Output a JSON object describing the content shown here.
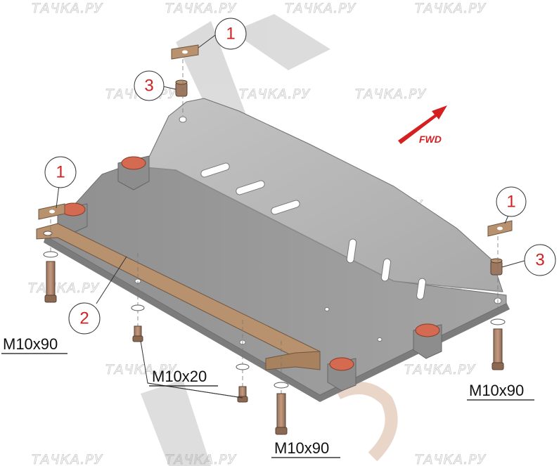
{
  "watermark_text": "ТАЧКА.РУ",
  "direction_label": "FWD",
  "callouts": [
    {
      "id": "1"
    },
    {
      "id": "1"
    },
    {
      "id": "1"
    },
    {
      "id": "2"
    },
    {
      "id": "3"
    },
    {
      "id": "3"
    }
  ],
  "callout_values": {
    "one": "1",
    "two": "2",
    "three": "3"
  },
  "bolt_labels": {
    "left": "M10x90",
    "middle_short": "M10x20",
    "bottom": "M10x90",
    "right": "M10x90"
  },
  "colors": {
    "plate": "#b0b0b0",
    "bracket": "#b8926e",
    "pad": "#d46a50",
    "callout": "#d42020",
    "arrow": "#d42020"
  }
}
